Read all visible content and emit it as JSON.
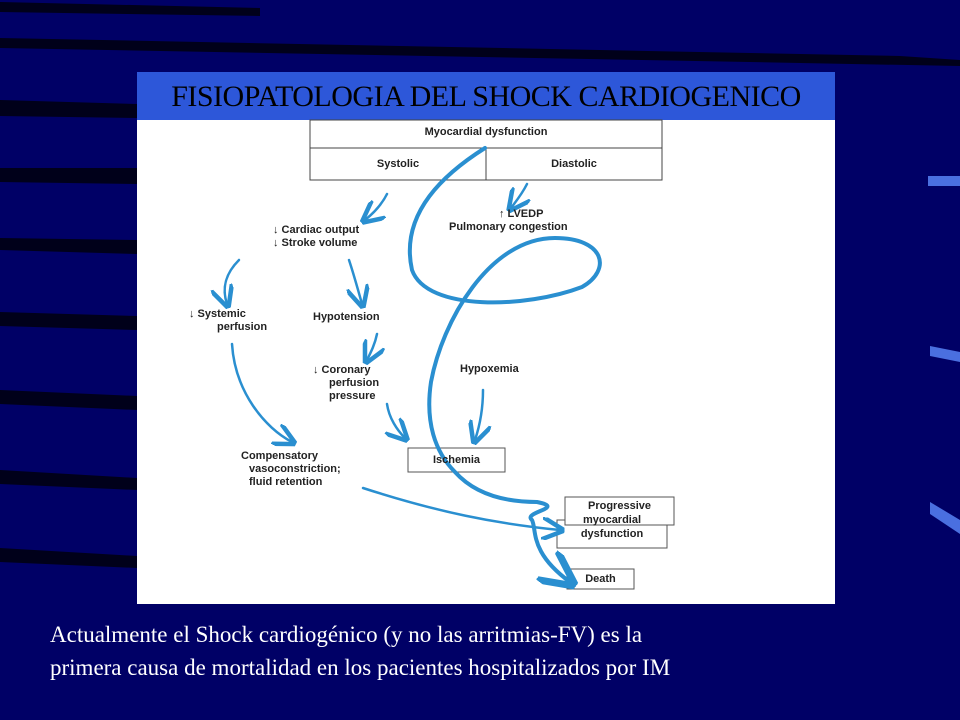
{
  "slide": {
    "title": "FISIOPATOLOGIA DEL SHOCK CARDIOGENICO",
    "caption_line1": "Actualmente el Shock cardiogénico (y no las arritmias-FV) es la",
    "caption_line2": "primera causa de mortalidad en los pacientes hospitalizados por IM"
  },
  "diagram": {
    "header": "Myocardial dysfunction",
    "col_left": "Systolic",
    "col_right": "Diastolic",
    "cardiac_output": "↓ Cardiac output",
    "stroke_volume": "↓ Stroke volume",
    "lvedp": "↑ LVEDP",
    "pulmonary_congestion": "Pulmonary congestion",
    "systemic_1": "↓ Systemic",
    "systemic_2": "perfusion",
    "hypotension": "Hypotension",
    "coronary_1": "↓ Coronary",
    "coronary_2": "perfusion",
    "coronary_3": "pressure",
    "hypoxemia": "Hypoxemia",
    "compensatory_1": "Compensatory",
    "compensatory_2": "vasoconstriction;",
    "compensatory_3": "fluid retention",
    "ischemia": "Ischemia",
    "progressive_1": "Progressive",
    "progressive_2": "myocardial",
    "progressive_3": "dysfunction",
    "death": "Death"
  },
  "colors": {
    "background": "#000066",
    "title_bar": "#2d57d9",
    "arrow": "#2a8fd0"
  }
}
